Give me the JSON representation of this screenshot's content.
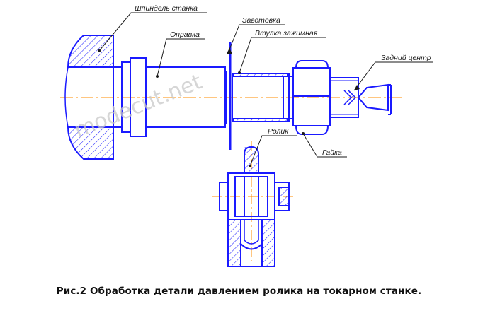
{
  "labels": {
    "spindle": "Шпиндель станка",
    "mandrel": "Оправка",
    "workpiece": "Заготовка",
    "sleeve": "Втулка зажимная",
    "tailstock_center": "Задний центр",
    "roller": "Ролик",
    "nut": "Гайка"
  },
  "watermark": "modecut.net",
  "caption": "Рис.2 Обработка детали  давлением ролика на токарном станке.",
  "colors": {
    "outline": "#1a1aff",
    "centerline": "#ff8c00",
    "hatch": "#1a1aff",
    "leader": "#1a1a1a"
  }
}
